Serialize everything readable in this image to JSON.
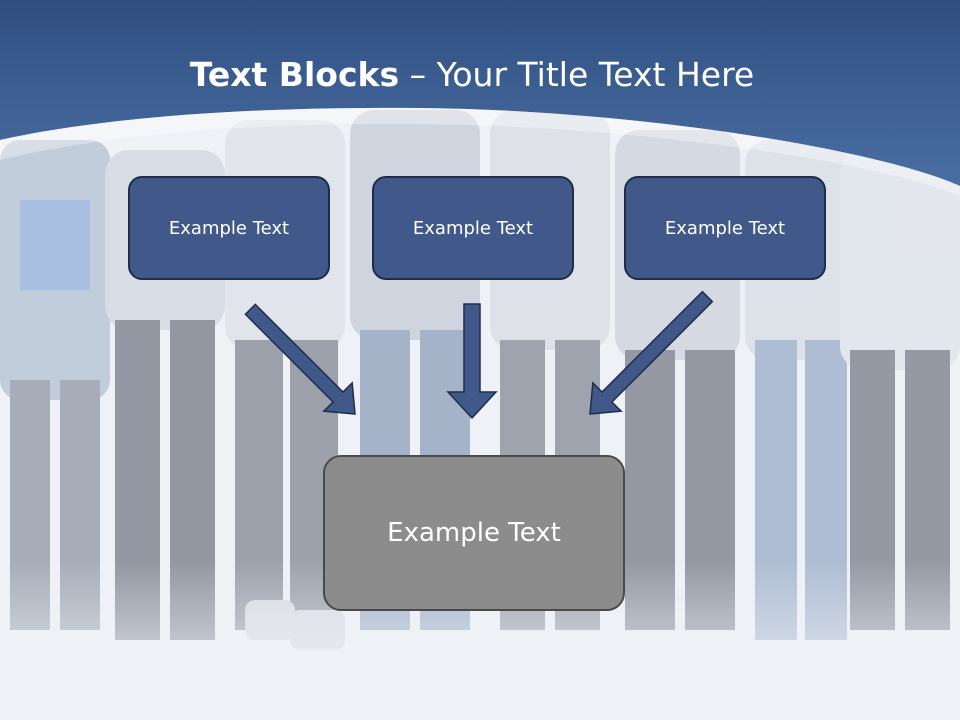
{
  "title": {
    "bold": "Text Blocks",
    "separator": "–",
    "rest": "Your Title Text Here"
  },
  "blocks": [
    {
      "text": "Example Text"
    },
    {
      "text": "Example Text"
    },
    {
      "text": "Example Text"
    }
  ],
  "target": {
    "text": "Example Text"
  },
  "colors": {
    "header": "#3e5f93",
    "block_fill": "#40598a",
    "block_border": "#1f2d47",
    "arrow_fill": "#40598a",
    "target_fill": "#8c8c8c"
  }
}
